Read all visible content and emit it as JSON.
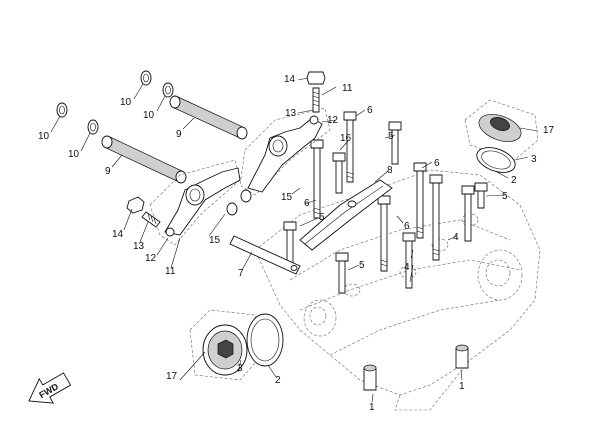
{
  "fwd_label": "FWD",
  "callouts": [
    {
      "id": "c14a",
      "text": "14"
    },
    {
      "id": "c11a",
      "text": "11"
    },
    {
      "id": "c13a",
      "text": "13"
    },
    {
      "id": "c12a",
      "text": "12"
    },
    {
      "id": "c6a",
      "text": "6"
    },
    {
      "id": "c10a",
      "text": "10"
    },
    {
      "id": "c10b",
      "text": "10"
    },
    {
      "id": "c10c",
      "text": "10"
    },
    {
      "id": "c10d",
      "text": "10"
    },
    {
      "id": "c9a",
      "text": "9"
    },
    {
      "id": "c9b",
      "text": "9"
    },
    {
      "id": "c16",
      "text": "16"
    },
    {
      "id": "c5a",
      "text": "5"
    },
    {
      "id": "c8",
      "text": "8"
    },
    {
      "id": "c15a",
      "text": "15"
    },
    {
      "id": "c6b",
      "text": "6"
    },
    {
      "id": "c5b",
      "text": "5"
    },
    {
      "id": "c6c",
      "text": "6"
    },
    {
      "id": "c17a",
      "text": "17"
    },
    {
      "id": "c3a",
      "text": "3"
    },
    {
      "id": "c2a",
      "text": "2"
    },
    {
      "id": "c5c",
      "text": "5"
    },
    {
      "id": "c14b",
      "text": "14"
    },
    {
      "id": "c13b",
      "text": "13"
    },
    {
      "id": "c12b",
      "text": "12"
    },
    {
      "id": "c11b",
      "text": "11"
    },
    {
      "id": "c15b",
      "text": "15"
    },
    {
      "id": "c7",
      "text": "7"
    },
    {
      "id": "c5d",
      "text": "5"
    },
    {
      "id": "c6d",
      "text": "6"
    },
    {
      "id": "c4a",
      "text": "4"
    },
    {
      "id": "c4b",
      "text": "4"
    },
    {
      "id": "c17b",
      "text": "17"
    },
    {
      "id": "c3b",
      "text": "3"
    },
    {
      "id": "c2b",
      "text": "2"
    },
    {
      "id": "c1a",
      "text": "1"
    },
    {
      "id": "c1b",
      "text": "1"
    }
  ]
}
